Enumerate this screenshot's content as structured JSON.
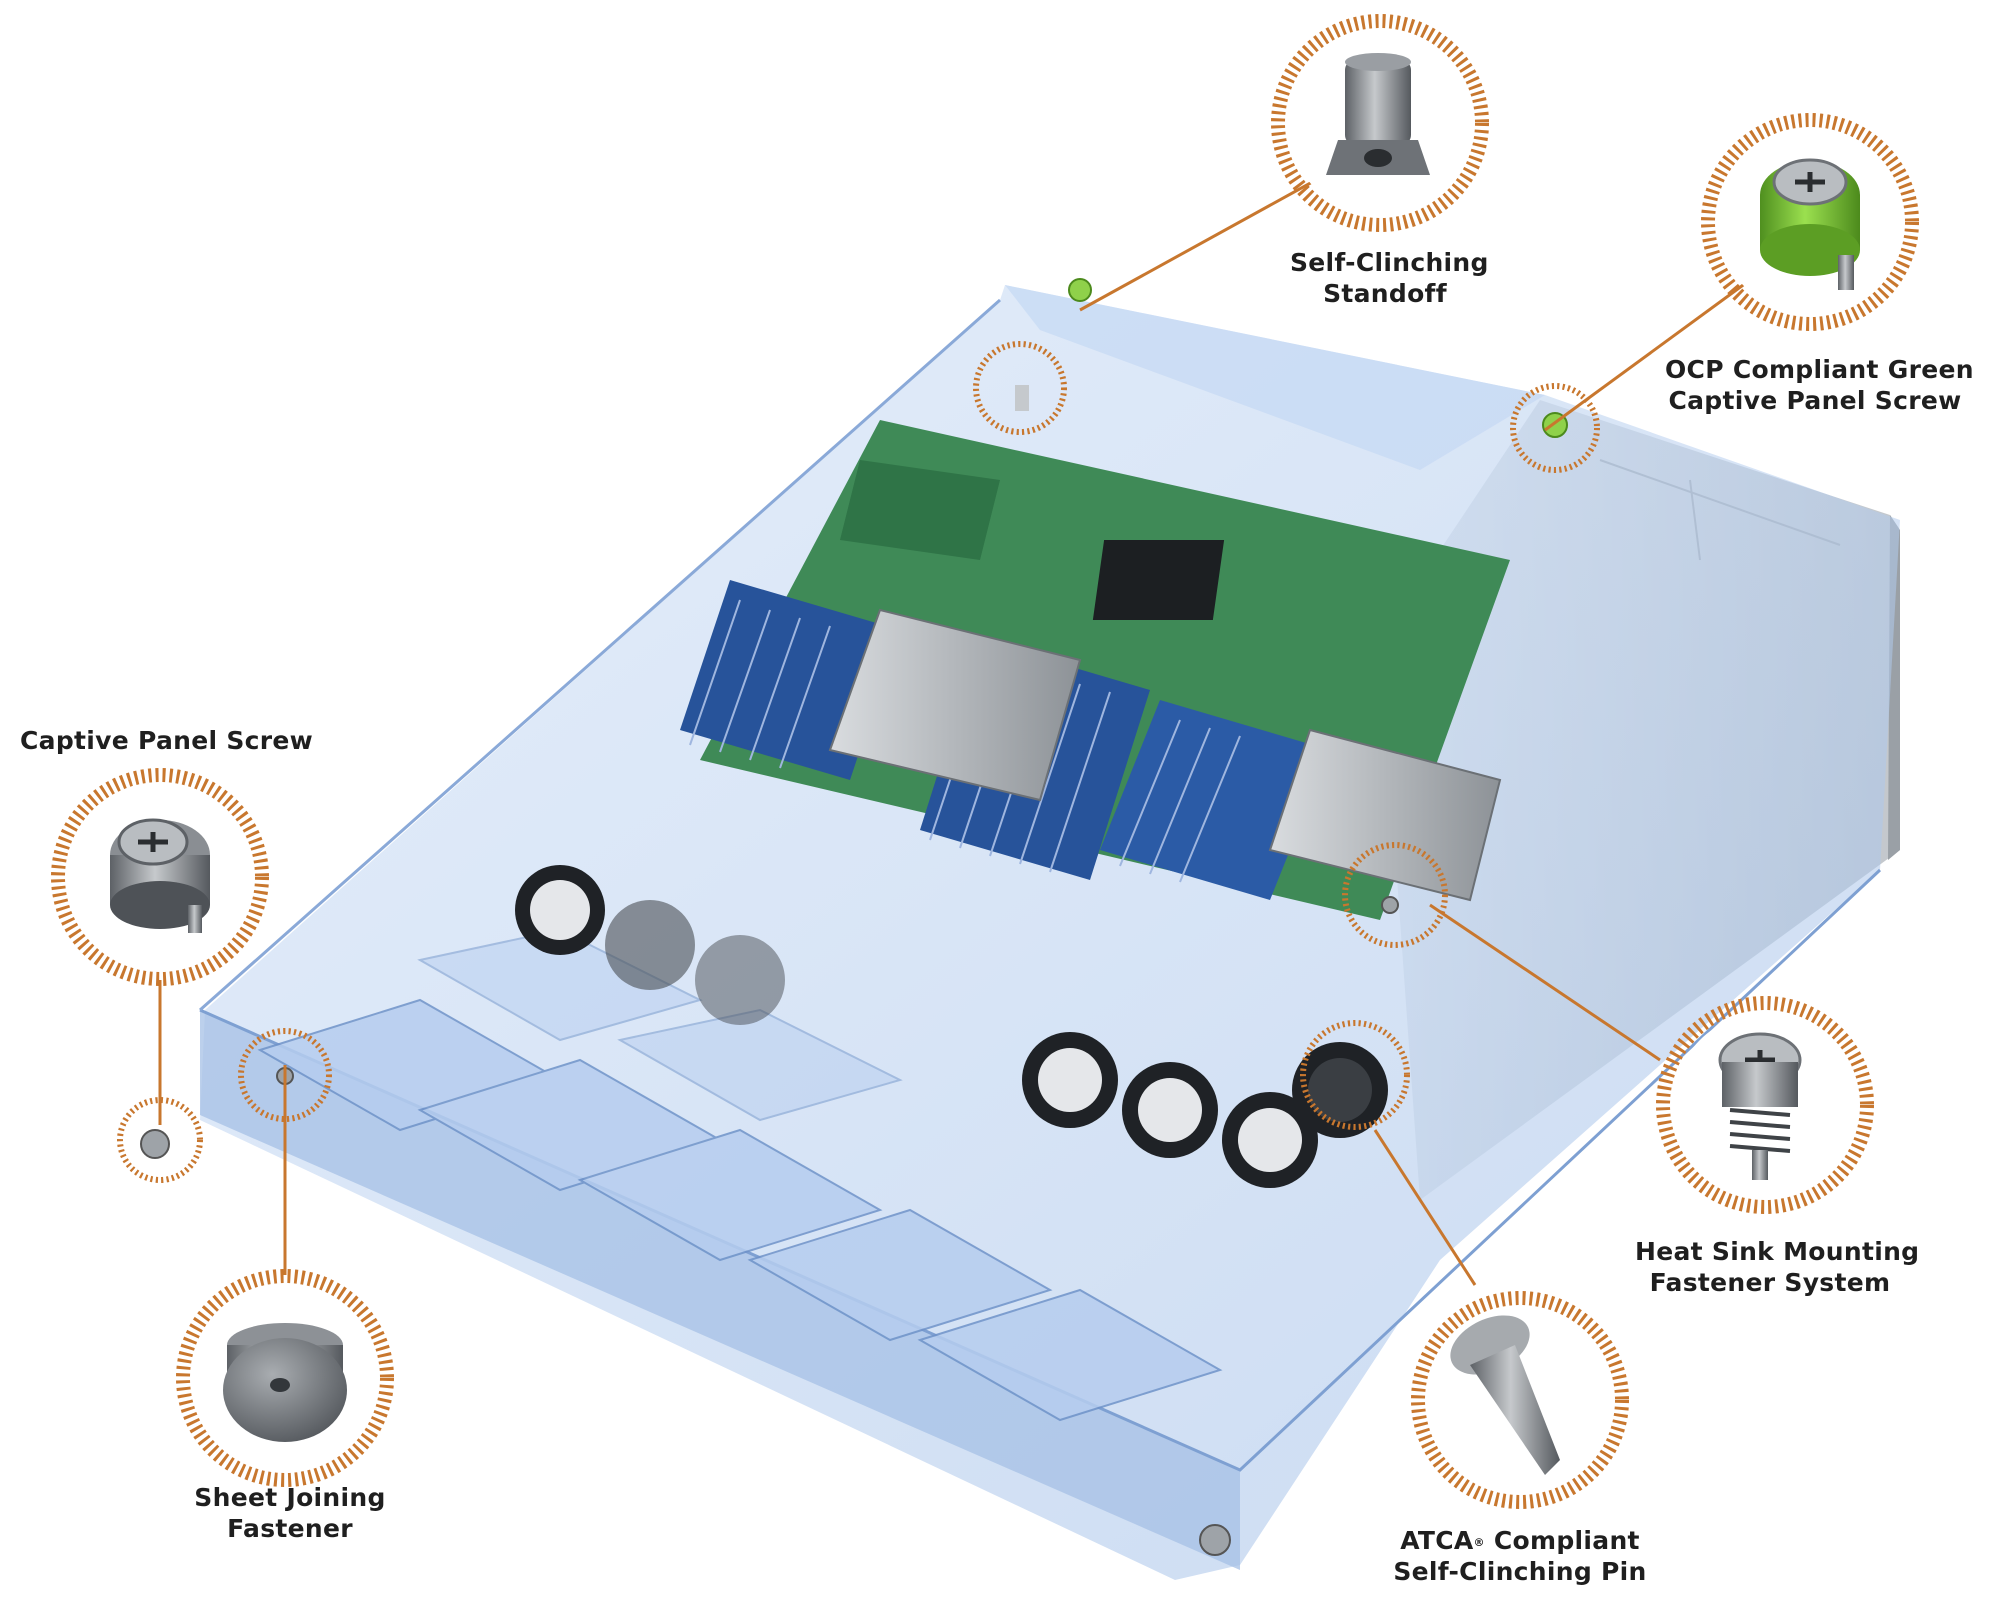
{
  "colors": {
    "accent": "#c8772e",
    "chassis_blue": "#a9c4ea",
    "pcb_green": "#3f8a57",
    "dimm_blue": "#27539a",
    "green_screw": "#7cc23a",
    "text": "#1f1f1f"
  },
  "callouts": [
    {
      "id": "standoff",
      "icon": "self-clinching-standoff-icon",
      "lines": [
        "Self-Clinching",
        "Standoff"
      ]
    },
    {
      "id": "ocp",
      "icon": "green-captive-panel-screw-icon",
      "lines": [
        "OCP Compliant Green",
        "Captive Panel Screw"
      ]
    },
    {
      "id": "captive",
      "icon": "captive-panel-screw-icon",
      "lines": [
        "Captive Panel Screw"
      ]
    },
    {
      "id": "sheet",
      "icon": "sheet-joining-fastener-icon",
      "lines": [
        "Sheet Joining",
        "Fastener"
      ]
    },
    {
      "id": "heatsink",
      "icon": "heat-sink-spring-screw-icon",
      "lines": [
        "Heat Sink Mounting",
        "Fastener System"
      ]
    },
    {
      "id": "atca",
      "icon": "self-clinching-pin-icon",
      "line1_main": "ATCA",
      "line1_mark": "®",
      "line1_rest": " Compliant",
      "lines": [
        "Self-Clinching Pin"
      ]
    }
  ]
}
